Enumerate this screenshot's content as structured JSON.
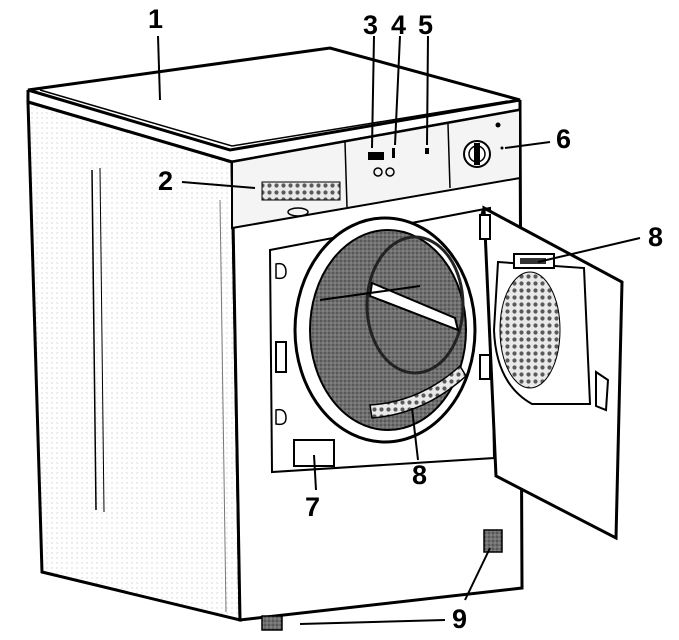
{
  "callouts": [
    {
      "id": "1",
      "label": "1"
    },
    {
      "id": "2",
      "label": "2"
    },
    {
      "id": "3",
      "label": "3"
    },
    {
      "id": "4",
      "label": "4"
    },
    {
      "id": "5",
      "label": "5"
    },
    {
      "id": "6",
      "label": "6"
    },
    {
      "id": "7",
      "label": "7"
    },
    {
      "id": "8a",
      "label": "8"
    },
    {
      "id": "8b",
      "label": "8"
    },
    {
      "id": "9",
      "label": "9"
    }
  ]
}
